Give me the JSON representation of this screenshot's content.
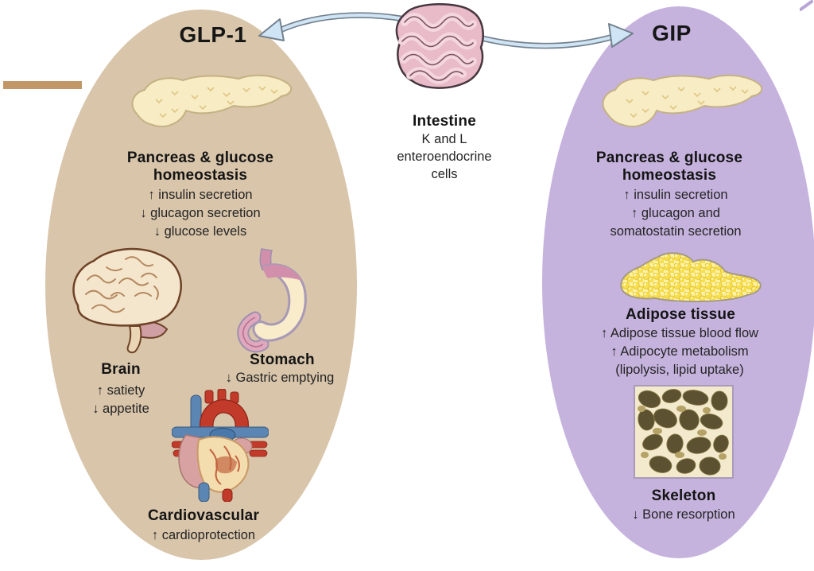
{
  "left_oval": {
    "title": "GLP-1",
    "color": "#d8c5aa",
    "pancreas": {
      "heading": "Pancreas & glucose homeostasis",
      "items": [
        "↑ insulin secretion",
        "↓ glucagon secretion",
        "↓ glucose levels"
      ]
    },
    "brain": {
      "heading": "Brain",
      "items": [
        "↑ satiety",
        "↓ appetite"
      ]
    },
    "stomach": {
      "heading": "Stomach",
      "items": [
        "↓ Gastric emptying"
      ]
    },
    "cardiovascular": {
      "heading": "Cardiovascular",
      "items": [
        "↑ cardioprotection"
      ]
    }
  },
  "center": {
    "heading": "Intestine",
    "subtext": "K and L enteroendocrine cells"
  },
  "right_oval": {
    "title": "GIP",
    "color": "#c5b3de",
    "pancreas": {
      "heading": "Pancreas & glucose homeostasis",
      "items": [
        "↑ insulin secretion",
        "↑ glucagon and",
        "somatostatin secretion"
      ]
    },
    "adipose": {
      "heading": "Adipose tissue",
      "items": [
        "↑ Adipose tissue blood flow",
        "↑ Adipocyte metabolism",
        "(lipolysis, lipid uptake)"
      ]
    },
    "skeleton": {
      "heading": "Skeleton",
      "items": [
        "↓ Bone resorption"
      ]
    }
  },
  "icons": {
    "left": [
      "pancreas-icon",
      "brain-icon",
      "stomach-icon",
      "heart-icon"
    ],
    "center": [
      "intestine-icon"
    ],
    "right": [
      "pancreas-icon",
      "adipose-tissue-icon",
      "trabecular-bone-icon"
    ]
  },
  "colors": {
    "glp1_oval": "#d8c5aa",
    "gip_oval": "#c5b3de",
    "arrow_fill": "#cfe4f4",
    "arrow_outline": "#73808e",
    "tan_bar": "#c29767",
    "heading_text": "#141414",
    "body_text": "#242424"
  }
}
